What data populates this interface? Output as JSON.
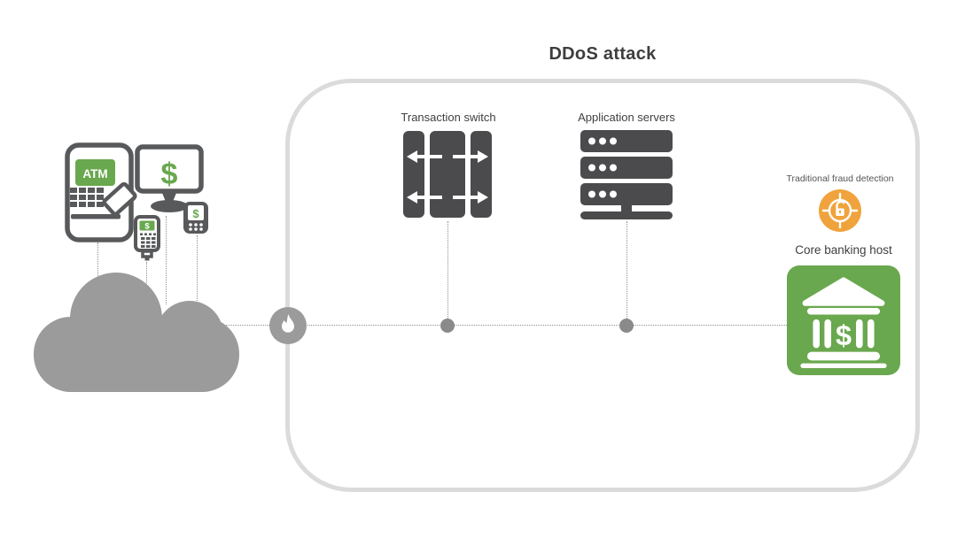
{
  "diagram": {
    "title": "DDoS attack",
    "labels": {
      "transaction_switch": "Transaction switch",
      "application_servers": "Application servers",
      "fraud_detection": "Traditional fraud detection",
      "core_banking_host": "Core banking host"
    },
    "devices": {
      "atm": "ATM",
      "currency": "$"
    },
    "colors": {
      "icon_dark": "#4b4b4d",
      "outline_dark": "#58595b",
      "green": "#69a84e",
      "orange": "#f0a33c",
      "cloud_gray": "#9b9b9b",
      "connector_gray": "#8f8f8f",
      "frame_gray": "#dbdbdb"
    }
  }
}
